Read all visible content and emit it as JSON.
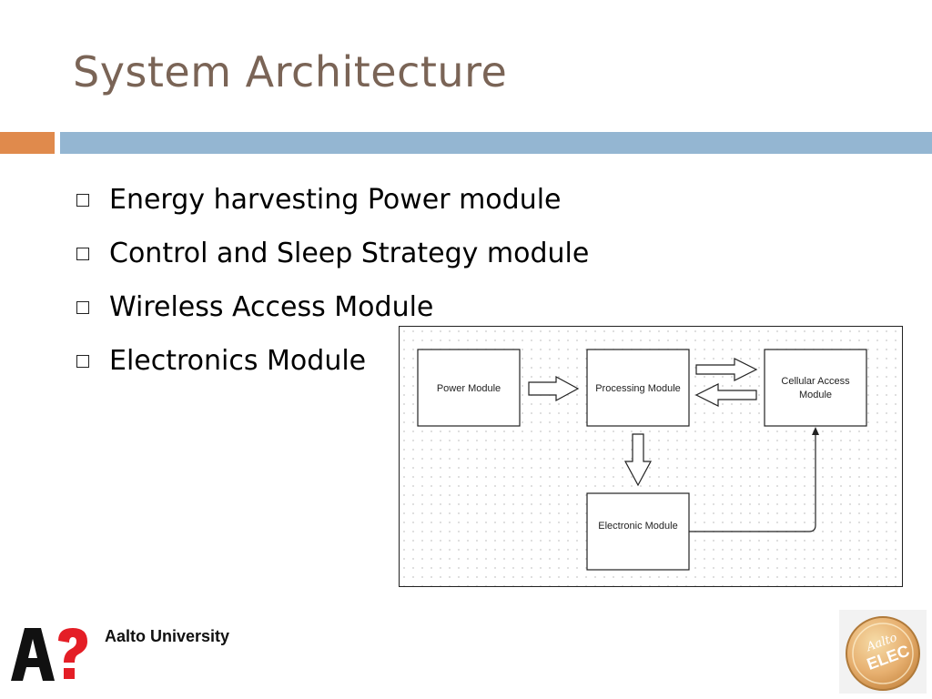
{
  "slide": {
    "title": "System Architecture",
    "bullets": [
      "Energy harvesting Power module",
      "Control and Sleep Strategy module",
      "Wireless Access Module",
      "Electronics Module"
    ]
  },
  "diagram": {
    "nodes": {
      "power": "Power Module",
      "processing": "Processing Module",
      "cellular_line1": "Cellular Access",
      "cellular_line2": "Module",
      "electronic": "Electronic Module"
    }
  },
  "footer": {
    "university_name": "Aalto University",
    "logo_text": "A?",
    "badge_line1": "Aalto",
    "badge_line2": "ELEC"
  },
  "colors": {
    "title": "#7a6456",
    "accent_orange": "#e08a4c",
    "accent_blue": "#94b6d2",
    "logo_red": "#e41e26"
  }
}
